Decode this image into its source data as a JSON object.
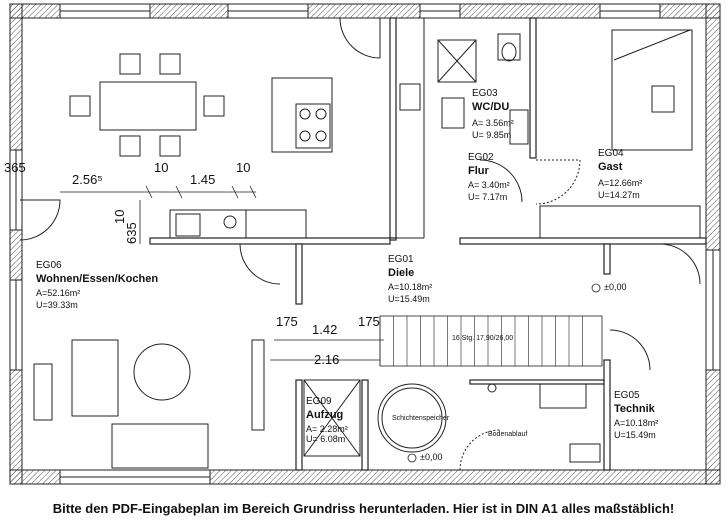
{
  "rooms": {
    "wc": {
      "code": "EG03",
      "name": "WC/DU",
      "area": "A=  3.56m²",
      "perimeter": "U=  9.85m"
    },
    "gast": {
      "code": "EG04",
      "name": "Gast",
      "area": "A=12.66m²",
      "perimeter": "U=14.27m"
    },
    "flur": {
      "code": "EG02",
      "name": "Flur",
      "area": "A=  3.40m²",
      "perimeter": "U=  7.17m"
    },
    "wohnen": {
      "code": "EG06",
      "name": "Wohnen/Essen/Kochen",
      "area": "A=52.16m²",
      "perimeter": "U=39.33m"
    },
    "diele": {
      "code": "EG01",
      "name": "Diele",
      "area": "A=10.18m²",
      "perimeter": "U=15.49m"
    },
    "technik": {
      "code": "EG05",
      "name": "Technik",
      "area": "A=10.18m²",
      "perimeter": "U=15.49m"
    },
    "aufzug": {
      "code": "EG09",
      "name": "Aufzug",
      "area": "A=  2.28m²",
      "perimeter": "U=  6.08m"
    }
  },
  "dimensions": {
    "d365": "365",
    "d256": "2.56⁵",
    "d10a": "10",
    "d145": "1.45",
    "d10b": "10",
    "d10c": "10",
    "d635": "635",
    "d175a": "175",
    "d142": "1.42",
    "d175b": "175",
    "d216": "2.16"
  },
  "levels": {
    "entry": "±0,00",
    "tech": "±0,00"
  },
  "annotations": {
    "stairs": "16 Stg. 17,90/26,00",
    "storage": "Schichtenspeicher",
    "drain": "Bodenablauf"
  },
  "banner": {
    "text": "Bitte den PDF-Eingabeplan im Bereich Grundriss herunterladen. Hier ist in DIN A1 alles maßstäblich!"
  }
}
